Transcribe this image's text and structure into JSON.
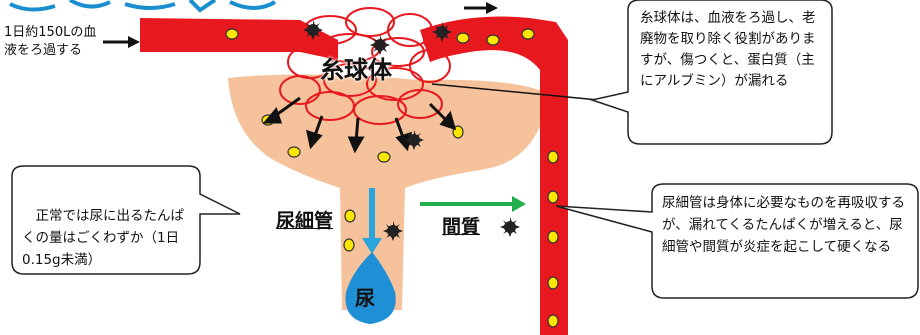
{
  "labels": {
    "glomerulus": "糸球体",
    "tubule": "尿細管",
    "interstitium": "間質",
    "urine": "尿"
  },
  "notes": {
    "filtration": "1日約150Lの血液をろ過する",
    "glomerulus_desc": "糸球体は、血液をろ過し、老廃物を取り除く役割がありますが、傷つくと、蛋白質（主にアルブミン）が漏れる",
    "normal_protein": "正常では尿に出るたんぱくの量はごくわずか（1日0.15g未満）",
    "tubule_desc": "尿細管は身体に必要なものを再吸収するが、漏れてくるたんぱくが増えると、尿細管や間質が炎症を起こして硬くなる"
  },
  "colors": {
    "vessel": "#e8191e",
    "tissue": "#f6c29b",
    "cell": "#ffe600",
    "arrow_water": "#2aa6dc",
    "arrow_green": "#22b04c",
    "urine_drop": "#1f8fd6"
  }
}
